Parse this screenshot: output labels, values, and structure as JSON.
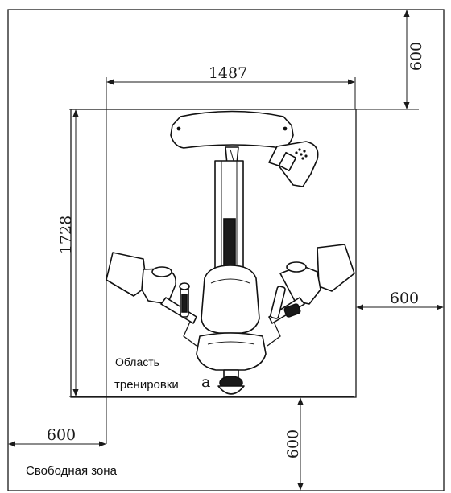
{
  "dimensions": {
    "width_mm": "1487",
    "depth_mm": "1728",
    "clearance_top_mm": "600",
    "clearance_right_mm": "600",
    "clearance_left_mm": "600",
    "clearance_bottom_mm": "600"
  },
  "labels": {
    "training_area_line1": "Область",
    "training_area_line2": "тренировки",
    "training_area_marker": "a",
    "free_zone": "Свободная зона"
  },
  "colors": {
    "line": "#1a1a1a",
    "background": "#ffffff"
  }
}
